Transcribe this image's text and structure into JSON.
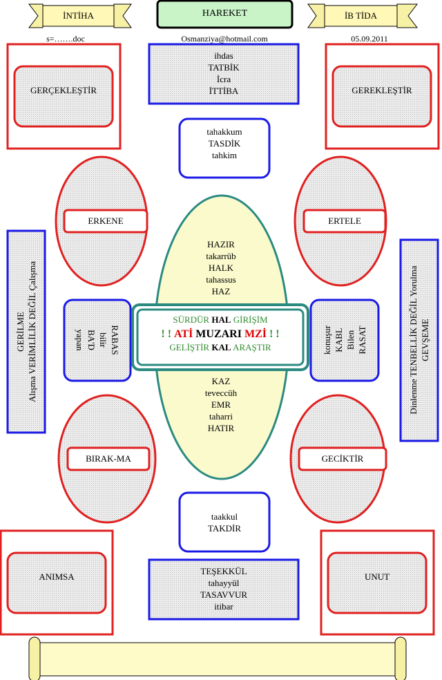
{
  "banners": {
    "left": "İNTİHA",
    "center": "HAREKET",
    "right": "İB TİDA"
  },
  "meta": {
    "doc": "s=…….doc",
    "email": "Osmanziya@hotmail.com",
    "date": "05.09.2011"
  },
  "corners": {
    "top_left": "GERÇEKLEŞTİR",
    "top_right": "GEREKLEŞTİR",
    "bottom_left": "ANIMSA",
    "bottom_right": "UNUT"
  },
  "top_box": {
    "lines": [
      "ihdas",
      "TATBİK",
      "İcra",
      "İTTİBA"
    ]
  },
  "top_small": {
    "lines": [
      "tahakkum",
      "TASDİK",
      "tahkim"
    ]
  },
  "bottom_small": {
    "lines": [
      "taakkul",
      "TAKDİR"
    ]
  },
  "bottom_box": {
    "lines": [
      "TEŞEKKÜL",
      "tahayyül",
      "TASAVVUR",
      "itibar"
    ]
  },
  "ovals": {
    "upper_left": "ERKENE",
    "upper_right": "ERTELE",
    "lower_left": "BIRAK-MA",
    "lower_right": "GECİKTİR"
  },
  "big_ellipse": {
    "top_lines": [
      "HAZIR",
      "takarrüb",
      "HALK",
      "tahassus",
      "HAZ"
    ],
    "bottom_lines": [
      "KAZ",
      "teveccüh",
      "EMR",
      "taharri",
      "HATIR"
    ]
  },
  "center_box": {
    "line1": {
      "a": "SÜRDÜR",
      "b": "HAL",
      "c": "GİRİŞİM"
    },
    "line2": {
      "a": "! !",
      "b": "ATİ",
      "c": "MUZARI",
      "d": "MZİ",
      "e": "! !"
    },
    "line3": {
      "a": "GELİŞTİR",
      "b": "KAL",
      "c": "ARAŞTIR"
    }
  },
  "side_left": {
    "lines": [
      "RABAS",
      "bilir",
      "BA'D",
      "yapan"
    ]
  },
  "side_right": {
    "lines": [
      "konuşur",
      "KABL",
      "Bilen",
      "RASAT"
    ]
  },
  "far_left": {
    "lines": [
      "GERİLME",
      "Alışma VERİMLİLİK DEĞİL  Çalışma"
    ]
  },
  "far_right": {
    "lines": [
      "Dinlenme TENBELLİK DEĞİL  Yorulma",
      "GEVŞEME"
    ]
  },
  "colors": {
    "red": "#e02020",
    "blue": "#1a1ae6",
    "teal": "#2a8a80",
    "ellipse_fill": "#fafacd",
    "pattern_gray": "#d9d9d9"
  }
}
